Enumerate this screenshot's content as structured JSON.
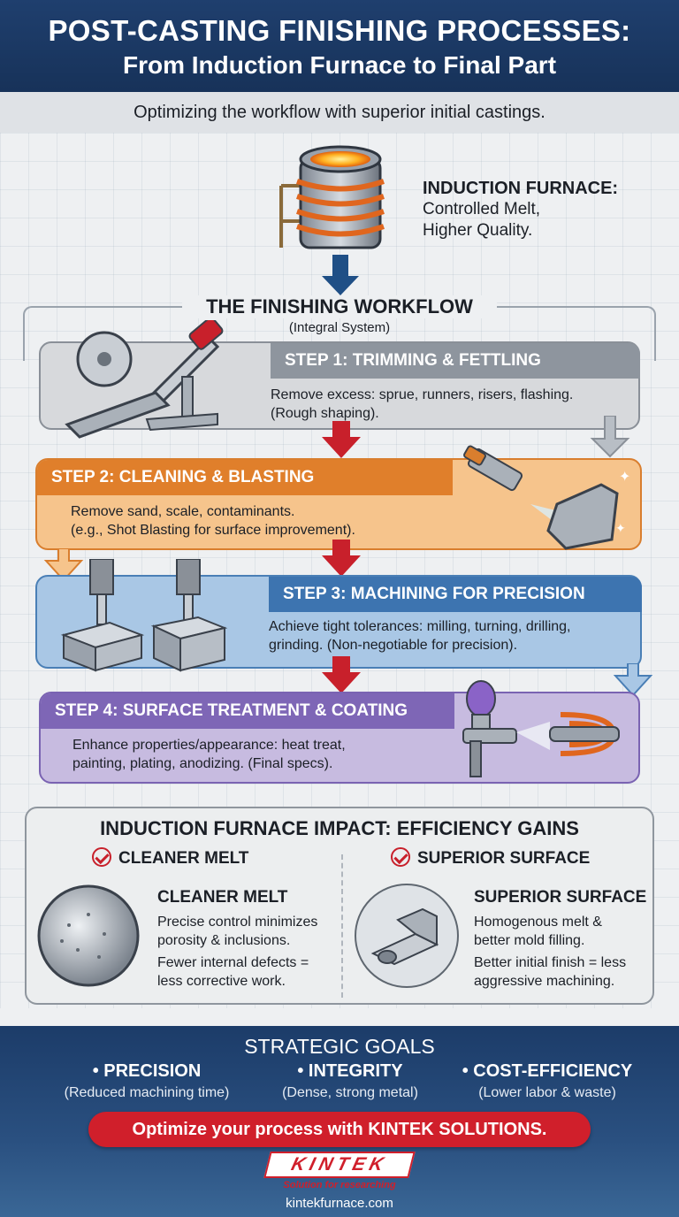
{
  "header": {
    "title_line1": "POST-CASTING FINISHING PROCESSES:",
    "title_line2": "From Induction Furnace to Final Part",
    "subtitle": "Optimizing the workflow with superior initial castings."
  },
  "furnace": {
    "title": "INDUCTION FURNACE:",
    "line1": "Controlled Melt,",
    "line2": "Higher Quality."
  },
  "workflow": {
    "title": "THE FINISHING WORKFLOW",
    "subtitle": "(Integral System)",
    "steps": [
      {
        "title": "STEP 1: TRIMMING & FETTLING",
        "line1": "Remove excess: sprue, runners, risers, flashing.",
        "line2": "(Rough shaping).",
        "color": "#8e959e"
      },
      {
        "title": "STEP 2: CLEANING & BLASTING",
        "line1": "Remove sand, scale, contaminants.",
        "line2": "(e.g., Shot Blasting for surface improvement).",
        "color": "#e07f2b"
      },
      {
        "title": "STEP 3: MACHINING FOR PRECISION",
        "line1": "Achieve tight tolerances: milling, turning, drilling,",
        "line2": "grinding. (Non-negotiable for precision).",
        "color": "#3d74b0"
      },
      {
        "title": "STEP 4: SURFACE TREATMENT & COATING",
        "line1": "Enhance properties/appearance: heat treat,",
        "line2": "painting, plating, anodizing. (Final specs).",
        "color": "#7e66b6"
      }
    ]
  },
  "impact": {
    "title": "INDUCTION FURNACE IMPACT: EFFICIENCY GAINS",
    "left": {
      "check_label": "CLEANER MELT",
      "title": "CLEANER MELT",
      "lines": [
        "Precise control minimizes",
        "porosity & inclusions.",
        "Fewer internal defects =",
        "less corrective work."
      ]
    },
    "right": {
      "check_label": "SUPERIOR SURFACE",
      "title": "SUPERIOR SURFACE",
      "lines": [
        "Homogenous melt &",
        "better mold filling.",
        "Better initial finish = less",
        "aggressive machining."
      ]
    }
  },
  "goals": {
    "title": "STRATEGIC GOALS",
    "items": [
      {
        "title": "• PRECISION",
        "sub": "(Reduced machining time)"
      },
      {
        "title": "• INTEGRITY",
        "sub": "(Dense, strong metal)"
      },
      {
        "title": "• COST-EFFICIENCY",
        "sub": "(Lower labor & waste)"
      }
    ],
    "cta": "Optimize your process with KINTEK SOLUTIONS."
  },
  "brand": {
    "logo": "KINTEK",
    "tagline": "Solution for researching",
    "site": "kintekfurnace.com",
    "accent": "#d01f2b"
  }
}
